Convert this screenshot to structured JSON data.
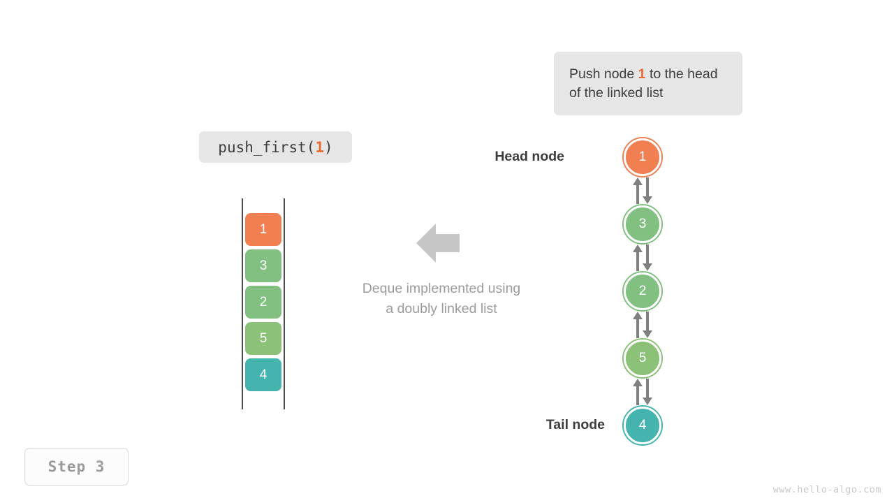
{
  "callout": {
    "text_before": "Push node ",
    "highlight": "1",
    "text_after": " to the head of the linked list",
    "bg_color": "#e6e6e6",
    "highlight_color": "#ec6a30"
  },
  "code_chip": {
    "prefix": "push_first(",
    "argument": "1",
    "suffix": ")",
    "bg_color": "#e6e6e6"
  },
  "caption": {
    "line1": "Deque implemented using",
    "line2": "a doubly linked list",
    "color": "#9b9b9b"
  },
  "middle_arrow": {
    "direction": "left",
    "color": "#c6c6c6"
  },
  "stack": {
    "rail_color": "#4d4d4d",
    "cells": [
      {
        "value": "1",
        "color": "#f07f52"
      },
      {
        "value": "3",
        "color": "#82c082"
      },
      {
        "value": "2",
        "color": "#82c082"
      },
      {
        "value": "5",
        "color": "#8cc178"
      },
      {
        "value": "4",
        "color": "#45b3ae"
      }
    ]
  },
  "linked_list": {
    "head_label": "Head node",
    "tail_label": "Tail node",
    "arrow_color": "#808080",
    "nodes": [
      {
        "value": "1",
        "color": "#f07f52",
        "role": "head"
      },
      {
        "value": "3",
        "color": "#82c082",
        "role": "middle"
      },
      {
        "value": "2",
        "color": "#82c082",
        "role": "middle"
      },
      {
        "value": "5",
        "color": "#8cc178",
        "role": "middle"
      },
      {
        "value": "4",
        "color": "#45b3ae",
        "role": "tail"
      }
    ]
  },
  "step_badge": {
    "label": "Step 3",
    "color": "#9b9b9b"
  },
  "watermark": {
    "text": "www.hello-algo.com",
    "color": "#c9c9c9"
  }
}
